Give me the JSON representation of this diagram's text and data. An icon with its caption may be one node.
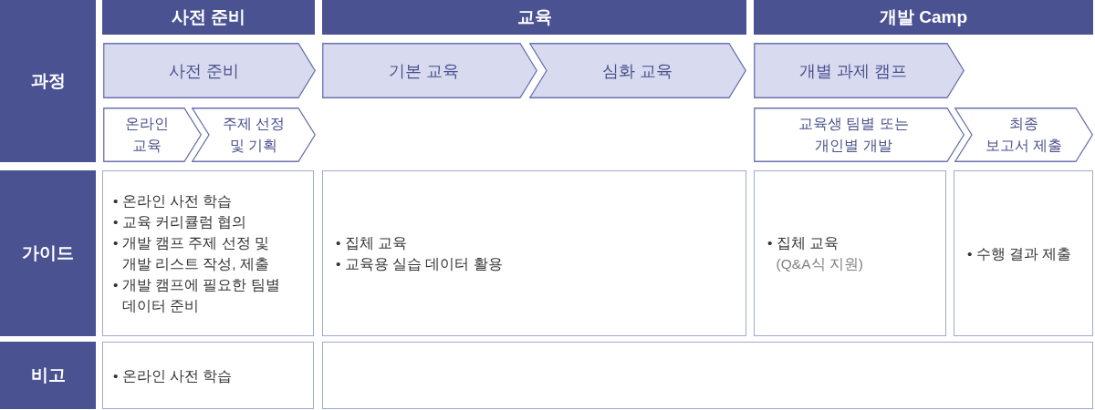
{
  "diagram": {
    "nodes": [
      {
        "text": [
          "과정"
        ]
      },
      {
        "text": [
          "사전 준비"
        ]
      },
      {
        "text": [
          "교육"
        ]
      },
      {
        "text": [
          "개발 Camp"
        ]
      },
      {
        "text": [
          "사전 준비"
        ]
      },
      {
        "text": [
          "기본 교육"
        ]
      },
      {
        "text": [
          "심화 교육"
        ]
      },
      {
        "text": [
          "개별 과제 캠프"
        ]
      },
      {
        "text": [
          "온라인 교육"
        ]
      },
      {
        "text": [
          "주제 선정 및 기획"
        ]
      },
      {
        "text": [
          "교육생 팀별 또는 개인별 개발"
        ]
      },
      {
        "text": [
          "최종 보고서 제출"
        ]
      },
      {
        "text": [
          "가이드"
        ]
      },
      {
        "text": [
          "• 온라인 사전 학습",
          "• 교육 커리큘럼 협의",
          "• 개발 캠프 주제 선정 및 개발 리스트 작성, 제출",
          "• 개발 캠프에 필요한 팀별 데이터 준비"
        ]
      },
      {
        "text": [
          "• 집체 교육",
          "• 교육용 실습 데이터 활용"
        ]
      },
      {
        "text": [
          "• 집체 교육",
          "(Q&A식 지원)"
        ]
      },
      {
        "text": [
          "• 수행 결과 제출"
        ]
      },
      {
        "text": [
          "비고"
        ]
      },
      {
        "text": [
          "• 온라인 사전 학습"
        ]
      },
      {
        "text": [],
        "shape": "box"
      }
    ]
  }
}
